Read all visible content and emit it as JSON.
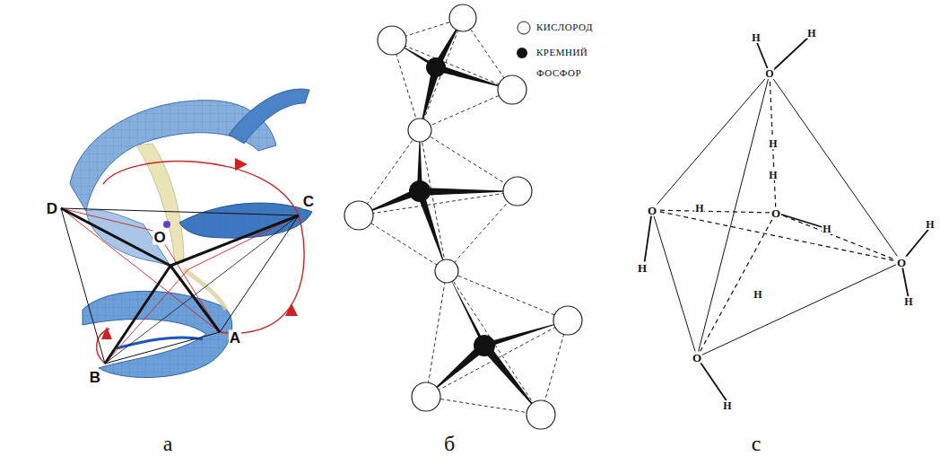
{
  "diagram": {
    "labels": [
      "D",
      "C",
      "O",
      "B",
      "A",
      "а",
      "б",
      "c",
      "H",
      "H",
      "O",
      "H",
      "H",
      "O",
      "H",
      "O",
      "H",
      "H",
      "O",
      "H",
      "H",
      "H",
      "O",
      "H"
    ],
    "legend": [
      {
        "text": "КИСЛОРОД"
      },
      {
        "text": "КРЕМНИЙ",
        "color": "#111111"
      },
      {
        "text": "ФОСФОР"
      }
    ]
  }
}
